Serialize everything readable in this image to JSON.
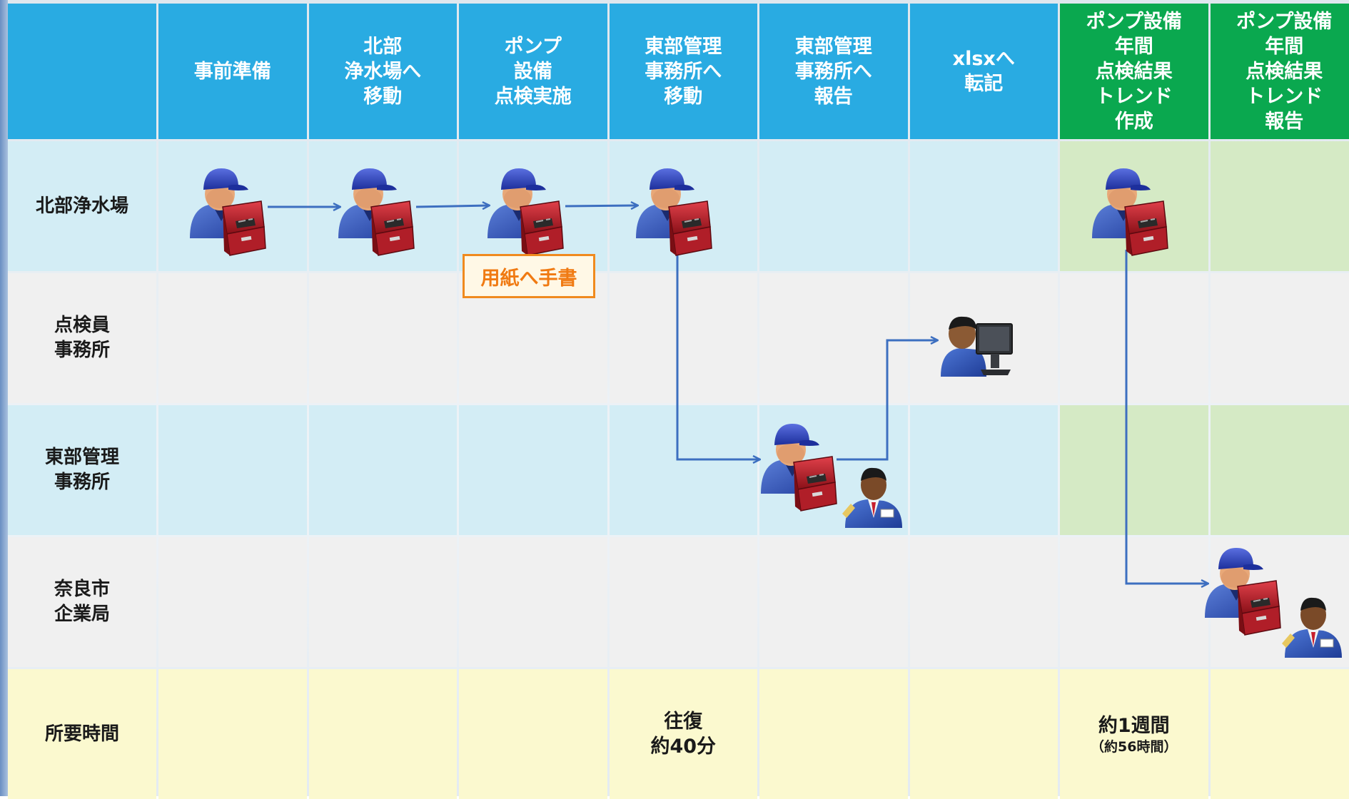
{
  "headers": [
    {
      "label": "事前準備",
      "color": "#29abe2"
    },
    {
      "label": "北部\n浄水場へ\n移動",
      "color": "#29abe2"
    },
    {
      "label": "ポンプ\n設備\n点検実施",
      "color": "#29abe2"
    },
    {
      "label": "東部管理\n事務所へ\n移動",
      "color": "#29abe2"
    },
    {
      "label": "東部管理\n事務所へ\n報告",
      "color": "#29abe2"
    },
    {
      "label": "xlsxへ\n転記",
      "color": "#29abe2"
    },
    {
      "label": "ポンプ設備\n年間\n点検結果\nトレンド\n作成",
      "color": "#0aa84f"
    },
    {
      "label": "ポンプ設備\n年間\n点検結果\nトレンド\n報告",
      "color": "#0aa84f"
    }
  ],
  "rows": [
    {
      "label": "北部浄水場"
    },
    {
      "label": "点検員\n事務所"
    },
    {
      "label": "東部管理\n事務所"
    },
    {
      "label": "奈良市\n企業局"
    },
    {
      "label": "所要時間"
    }
  ],
  "time_row": {
    "col4": {
      "main": "往復\n約40分"
    },
    "col7": {
      "main": "約1週間",
      "sub": "（約56時間）"
    }
  },
  "note": {
    "label": "用紙へ手書"
  },
  "colors": {
    "header_blue": "#29abe2",
    "header_green": "#0aa84f",
    "row_blue": "#d3edf5",
    "row_gray": "#f0f0f0",
    "row_green": "#d5eac5",
    "row_yellow": "#fbf9cf",
    "arrow": "#3d6fc0",
    "note_border": "#f08a1e"
  },
  "icons": {
    "worker": "worker-with-toolbox-icon",
    "pc_user": "person-at-computer-icon",
    "officer": "office-worker-icon"
  }
}
